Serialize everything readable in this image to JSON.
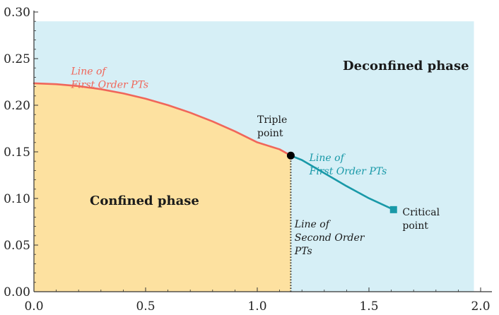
{
  "chart_data": {
    "type": "area",
    "title": "",
    "xlabel": "",
    "ylabel": "",
    "xlim": [
      0,
      2.0
    ],
    "ylim": [
      0,
      0.3
    ],
    "grid": false,
    "x_ticks": [
      0.0,
      0.5,
      1.0,
      1.5,
      2.0
    ],
    "x_tick_labels": [
      "0.0",
      "0.5",
      "1.0",
      "1.5",
      "2.0"
    ],
    "y_ticks": [
      0.0,
      0.05,
      0.1,
      0.15,
      0.2,
      0.25,
      0.3
    ],
    "y_tick_labels": [
      "0.00",
      "0.05",
      "0.10",
      "0.15",
      "0.20",
      "0.25",
      "0.30"
    ],
    "regions": {
      "deconfined": {
        "label": "Deconfined phase",
        "color": "#d6eff6",
        "x_max": 1.97,
        "y_max": 0.29
      },
      "confined": {
        "label": "Confined phase",
        "color": "#fde1a0"
      }
    },
    "series": [
      {
        "color": "#f0665a",
        "x": [
          0.0,
          0.1,
          0.2,
          0.3,
          0.4,
          0.5,
          0.6,
          0.7,
          0.8,
          0.9,
          1.0,
          1.1,
          1.15
        ],
        "y": [
          0.2235,
          0.2226,
          0.2205,
          0.2172,
          0.2127,
          0.207,
          0.2001,
          0.192,
          0.1826,
          0.172,
          0.1602,
          0.1527,
          0.146
        ]
      },
      {
        "color": "#1999a8",
        "x": [
          1.15,
          1.2,
          1.3,
          1.4,
          1.5,
          1.61
        ],
        "y": [
          0.146,
          0.1412,
          0.1272,
          0.1132,
          0.1002,
          0.088
        ]
      },
      {
        "color": "#333333",
        "style": "dotted",
        "x": [
          1.15,
          1.15
        ],
        "y": [
          0.0,
          0.146
        ]
      }
    ],
    "points": {
      "triple": {
        "x": 1.15,
        "y": 0.146,
        "color": "#000000",
        "label_lines": [
          "Triple",
          "point"
        ]
      },
      "critical": {
        "x": 1.61,
        "y": 0.088,
        "color": "#1999a8",
        "label_lines": [
          "Critical",
          "point"
        ]
      }
    },
    "annotations": {
      "red_line": {
        "lines": [
          "Line of",
          "First Order PTs"
        ],
        "color": "#f0665a",
        "x": 0.0083,
        "y": 0.233
      },
      "teal_line": {
        "lines": [
          "Line of",
          "First Order PTs"
        ],
        "color": "#1999a8",
        "x": 1.233,
        "y": 0.14
      },
      "dotted_line": {
        "lines": [
          "Line of",
          "Second Order",
          "PTs"
        ],
        "color": "#1a1a1a",
        "x": 1.05,
        "y": 0.069
      },
      "triple_label": {
        "x": 1.0,
        "y": 0.181
      },
      "critical_label": {
        "x": 1.617,
        "y": 0.0817
      },
      "deconfined_label": {
        "x": 1.383,
        "y": 0.238
      },
      "confined_label": {
        "x": 0.25,
        "y": 0.093
      }
    }
  }
}
